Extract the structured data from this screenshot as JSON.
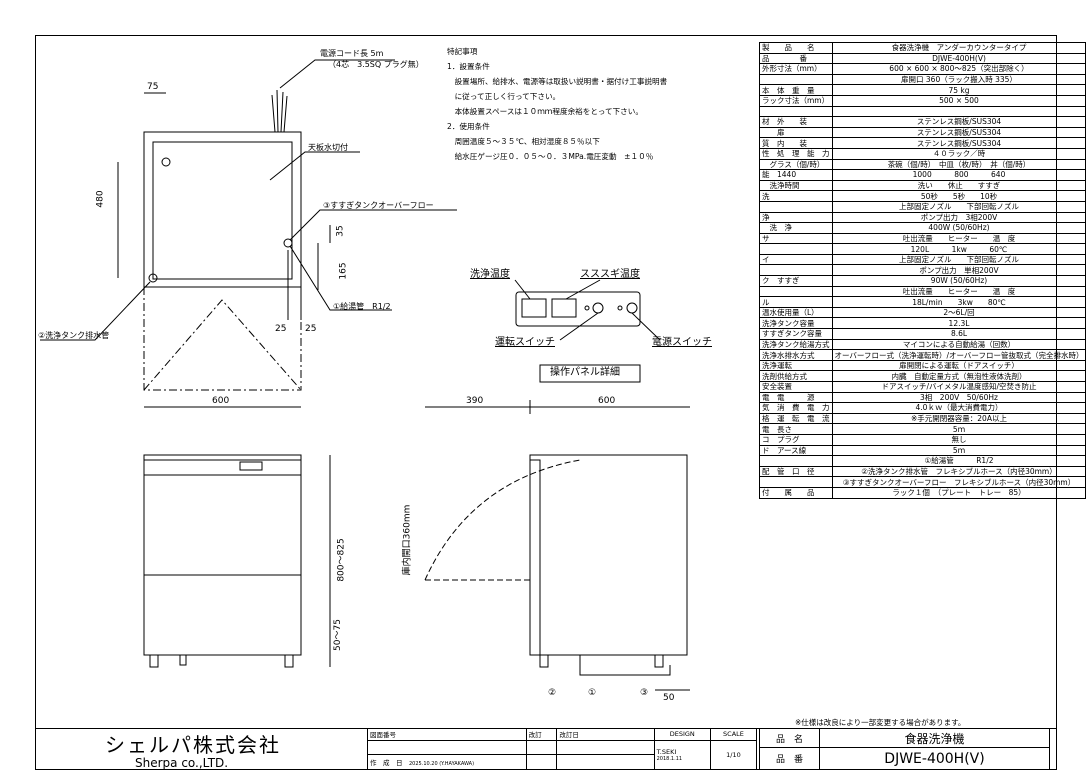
{
  "drawing": {
    "cord_label": "電源コード長 5m",
    "cord_sub": "（4芯　3.5SQ プラグ無）",
    "top_panel_label": "天板水切付",
    "overflow_label": "③すすぎタンクオーバーフロー",
    "supply_label": "①給湯管　R1/2",
    "drain_label": "②洗浄タンク排水管",
    "dims": {
      "d75": "75",
      "d480": "480",
      "d35": "35",
      "d165": "165",
      "d25a": "25",
      "d25b": "25",
      "d600a": "600",
      "d390": "390",
      "d600b": "600",
      "d800": "800～825",
      "d50_75": "50～75",
      "d50": "50",
      "door": "庫内開口360mm"
    },
    "callouts": {
      "c1": "①",
      "c2": "②",
      "c3": "③"
    }
  },
  "panel": {
    "wash_temp": "洗浄温度",
    "rinse_temp": "スススギ温度",
    "run_switch": "運転スイッチ",
    "power_switch": "電源スイッチ",
    "detail_title": "操作パネル詳細"
  },
  "notes": {
    "heading": "特記事項",
    "lines": [
      "1．設置条件",
      "　設置場所、給排水、電源等は取扱い説明書・据付け工事説明書",
      "　に従って正しく行って下さい。",
      "　本体設置スペースは１０ｍｍ程度余裕をとって下さい。",
      "2．使用条件",
      "　周囲温度５～３５℃、相対湿度８５％以下",
      "　給水圧ゲージ圧０．０５～０．３MPa.電圧変動　±１０％"
    ]
  },
  "spec": {
    "rows": [
      [
        "製　　品　　名",
        "食器洗浄機　アンダーカウンタータイプ"
      ],
      [
        "品　　　　番",
        "DJWE-400H(V)"
      ],
      [
        "外形寸法（mm）",
        "600 × 600 × 800～825（突出部除く）"
      ],
      [
        "",
        "扉開口 360（ラック搬入時 335）"
      ],
      [
        "本　体　重　量",
        "75 kg"
      ],
      [
        "ラック寸法（mm）",
        "500 × 500"
      ],
      [
        "",
        ""
      ],
      [
        "材　外　　装",
        "ステンレス鋼板/SUS304"
      ],
      [
        "　　扉",
        "ステンレス鋼板/SUS304"
      ],
      [
        "質　内　　装",
        "ステンレス鋼板/SUS304"
      ],
      [
        "性　処　理　能　力",
        "４０ラック／時"
      ],
      [
        "　グラス（個/時）",
        "茶碗（個/時）　中皿（枚/時）　丼（個/時）"
      ],
      [
        "能　1440",
        "1000　　　800　　　640"
      ],
      [
        "　洗浄時間",
        "洗い　　休止　　すすぎ"
      ],
      [
        "洗",
        "50秒　　5秒　　10秒"
      ],
      [
        "",
        "上部固定ノズル　　下部回転ノズル"
      ],
      [
        "浄",
        "ポンプ出力　3相200V"
      ],
      [
        "　洗　浄",
        "400W (50/60Hz)"
      ],
      [
        "サ",
        "吐出流量　　ヒーター　　温　度"
      ],
      [
        "",
        "120L　　　1kw　　　60℃"
      ],
      [
        "イ",
        "上部固定ノズル　　下部回転ノズル"
      ],
      [
        "",
        "ポンプ出力　単相200V"
      ],
      [
        "ク　すすぎ",
        "90W (50/60Hz)"
      ],
      [
        "",
        "吐出流量　　ヒーター　　温　度"
      ],
      [
        "ル",
        "18L/min　　3kw　　80℃"
      ],
      [
        "温水使用量（L）",
        "2～6L/回"
      ],
      [
        "洗浄タンク容量",
        "12.3L"
      ],
      [
        "すすぎタンク容量",
        "8.6L"
      ],
      [
        "洗浄タンク給湯方式",
        "マイコンによる自動給湯（回数）"
      ],
      [
        "洗浄水排水方式",
        "オーバーフロー式（洗浄運転時）/オーバーフロー管抜取式（完全排水時）"
      ],
      [
        "洗浄運転",
        "扉開閉による運転（ドアスイッチ）"
      ],
      [
        "洗剤供給方式",
        "内臓　自動定量方式（無泡性液体洗剤）"
      ],
      [
        "安全装置",
        "ドアスイッチ/バイメタル温度感知/空焚き防止"
      ],
      [
        "電　電　　　源",
        "3相　200V　50/60Hz"
      ],
      [
        "気　消　費　電　力",
        "4.0ｋｗ（最大消費電力）"
      ],
      [
        "格　運　転　電　流",
        "※手元開閉器容量：20A以上"
      ],
      [
        "電　長さ",
        "5ｍ"
      ],
      [
        "コ　プラグ",
        "無し"
      ],
      [
        "ド　アース線",
        "5ｍ"
      ],
      [
        "　　",
        "①給湯管　　　R1/2"
      ],
      [
        "配　管　口　径",
        "②洗浄タンク排水管　フレキシブルホース（内径30mm）"
      ],
      [
        "",
        "③すすぎタンクオーバーフロー　フレキシブルホース（内径30mm）"
      ],
      [
        "付　　属　　品",
        "ラック１個　（プレート　トレー　85）"
      ]
    ],
    "footnote": "※仕様は改良により一部変更する場合があります。"
  },
  "titleblock": {
    "company": "シェルパ株式会社",
    "company_en": "Sherpa co.,LTD.",
    "drawing_no": "図面番号",
    "rev": "改訂",
    "rev_date": "改訂日",
    "created": "作　成　日",
    "created_val": "2025.10.20 (Y.HAYAKAWA)",
    "design": "DESIGN",
    "designer": "T.SEKI",
    "design_date": "2018.1.11",
    "scale": "SCALE",
    "scale_num": "1",
    "scale_den": "10",
    "name_label": "品　名",
    "name_val": "食器洗浄機",
    "no_label": "品　番",
    "no_val": "DJWE-400H(V)"
  }
}
